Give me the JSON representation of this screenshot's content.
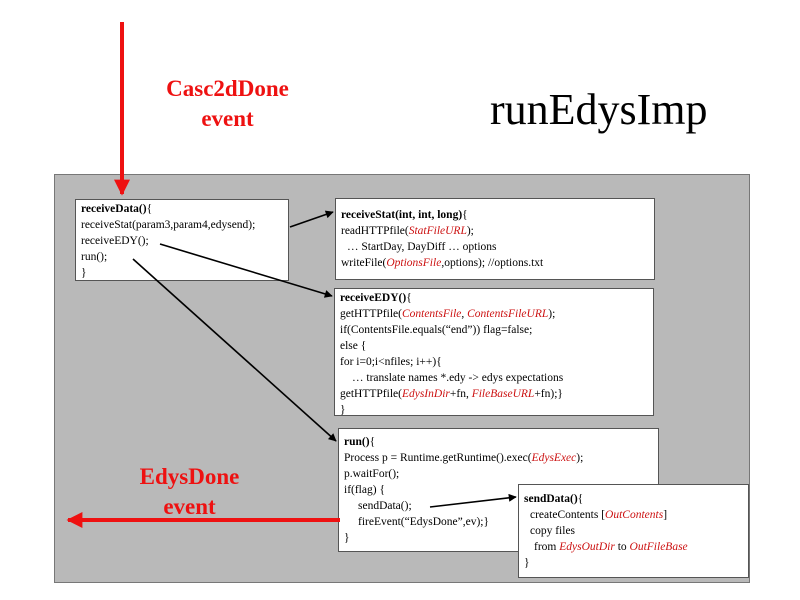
{
  "title": "runEdysImp",
  "events": {
    "incoming": [
      "Casc2dDone",
      "event"
    ],
    "outgoing": [
      "EdysDone",
      "event"
    ]
  },
  "colors": {
    "event_arrow": "#ee1111",
    "highlight_text": "#cc1111",
    "panel": "#b9b9b9"
  },
  "boxes": {
    "receiveData": [
      [
        {
          "t": "receiveData()",
          "b": true
        },
        {
          "t": "{"
        }
      ],
      [
        {
          "t": "receiveStat(param3,param4,edysend);"
        }
      ],
      [
        {
          "t": "receiveEDY();"
        }
      ],
      [
        {
          "t": "run();"
        }
      ],
      [
        {
          "t": "}"
        }
      ]
    ],
    "receiveStat": [
      [
        {
          "t": "receiveStat(int, int, long)",
          "b": true
        },
        {
          "t": "{"
        }
      ],
      [
        {
          "t": "readHTTPfile("
        },
        {
          "t": "StatFileURL",
          "i": true
        },
        {
          "t": ");"
        }
      ],
      [
        {
          "t": "… StartDay, DayDiff … options"
        }
      ],
      [
        {
          "t": "writeFile("
        },
        {
          "t": "OptionsFile",
          "i": true
        },
        {
          "t": ",options); //options.txt"
        }
      ]
    ],
    "receiveEDY": [
      [
        {
          "t": "receiveEDY()",
          "b": true
        },
        {
          "t": "{"
        }
      ],
      [
        {
          "t": "getHTTPfile("
        },
        {
          "t": "ContentsFile",
          "i": true
        },
        {
          "t": ", "
        },
        {
          "t": "ContentsFileURL",
          "i": true
        },
        {
          "t": ");"
        }
      ],
      [
        {
          "t": "if(ContentsFile.equals(“end”)) flag=false;"
        }
      ],
      [
        {
          "t": "else {"
        }
      ],
      [
        {
          "t": "for i=0;i<nfiles; i++){"
        }
      ],
      [
        {
          "t": "… translate names *.edy -> edys expectations"
        }
      ],
      [
        {
          "t": "getHTTPfile("
        },
        {
          "t": "EdysInDir",
          "i": true
        },
        {
          "t": "+fn, "
        },
        {
          "t": "FileBaseURL",
          "i": true
        },
        {
          "t": "+fn);}"
        }
      ],
      [
        {
          "t": "}"
        }
      ]
    ],
    "run": [
      [
        {
          "t": "run()",
          "b": true
        },
        {
          "t": "{"
        }
      ],
      [
        {
          "t": "Process p = Runtime.getRuntime().exec("
        },
        {
          "t": "EdysExec",
          "i": true
        },
        {
          "t": ");"
        }
      ],
      [
        {
          "t": "p.waitFor();"
        }
      ],
      [
        {
          "t": "if(flag) {"
        }
      ],
      [
        {
          "t": "sendData();"
        }
      ],
      [
        {
          "t": "fireEvent(“EdysDone”,ev);}"
        }
      ],
      [
        {
          "t": "}"
        }
      ]
    ],
    "sendData": [
      [
        {
          "t": "sendData()",
          "b": true
        },
        {
          "t": "{"
        }
      ],
      [
        {
          "t": "createContents  ["
        },
        {
          "t": "OutContents",
          "i": true
        },
        {
          "t": "]"
        }
      ],
      [
        {
          "t": "copy files"
        }
      ],
      [
        {
          "t": "from "
        },
        {
          "t": "EdysOutDir",
          "i": true
        },
        {
          "t": " to "
        },
        {
          "t": "OutFileBase",
          "i": true
        }
      ],
      [
        {
          "t": "}"
        }
      ]
    ]
  }
}
